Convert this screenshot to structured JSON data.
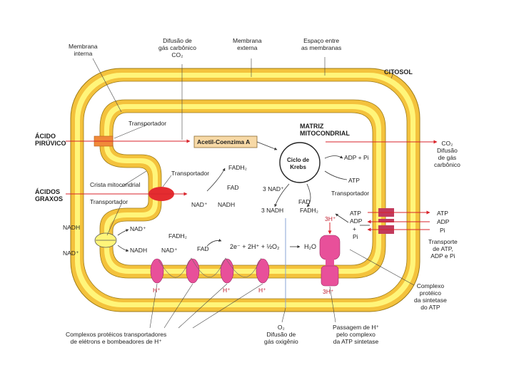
{
  "colors": {
    "membrane_outer": "#f4c23c",
    "membrane_inner": "#fff57a",
    "protein": "#e8509a",
    "ion_channel": "#c23a5c",
    "acetyl_box": "#f7d9a6",
    "arrow": "#d9232b"
  },
  "labels": {
    "membrana_interna": "Membrana\ninterna",
    "difusao_co2_top": "Difusão de\ngás carbônico\nCO₂",
    "membrana_externa": "Membrana\nexterna",
    "espaco_membranas": "Espaço entre\nas membranas",
    "citosol": "CITOSOL",
    "acido_piruvico": "ÁCIDO\nPIRÚVICO",
    "transportador_1": "Transportador",
    "acetil_coa": "Acetil-Coenzima A",
    "matriz": "MATRIZ\nMITOCONDRIAL",
    "co2_right": "CO₂\nDifusão\nde gás\ncarbônico",
    "ciclo_krebs": "Ciclo de\nKrebs",
    "adp_pi": "ADP + Pi",
    "atp_1": "ATP",
    "transportador_2": "Transportador",
    "fadh2_1": "FADH₂",
    "crista": "Crista mitocondrial",
    "fad_1": "FAD",
    "nad_3": "3 NAD⁺",
    "acidos_graxos": "ÁCIDOS\nGRAXOS",
    "transportador_3": "Transportador",
    "nad_plus_1": "NAD⁺",
    "nadh_1": "NADH",
    "nadh_3": "3 NADH",
    "fad_2": "FAD",
    "fadh2_2": "FADH₂",
    "transportador_4": "Transportador",
    "h3_a": "3H⁺",
    "atp_2": "ATP",
    "adp_2": "ADP",
    "plus": "+",
    "pi_2": "Pi",
    "atp_out": "ATP",
    "adp_out": "ADP",
    "pi_out": "Pi",
    "nadh_left": "NADH",
    "nad_plus_left": "NAD⁺",
    "nad_plus_2": "NAD⁺",
    "fadh2_3": "FADH₂",
    "nadh_2": "NADH",
    "nad_plus_3": "NAD⁺",
    "fad_3": "FAD",
    "reaction": "2e⁻ + 2H⁺ + ½O₂",
    "h2o": "H₂O",
    "transporte_atp": "Transporte\nde ATP,\nADP e Pi",
    "h_plus_1": "H⁺",
    "h_plus_2": "H⁺",
    "h_plus_3": "H⁺",
    "h3_b": "3H⁺",
    "complexo_sintetase": "Complexo\nprotéico\nda sintetase\ndo ATP",
    "complexos_transportadores": "Complexos protéicos transportadores\nde elétrons e bombeadores de H⁺",
    "o2_difusao": "O₂\nDifusão de\ngás oxigênio",
    "passagem": "Passagem de H⁺\npelo complexo\nda ATP sintetase"
  }
}
